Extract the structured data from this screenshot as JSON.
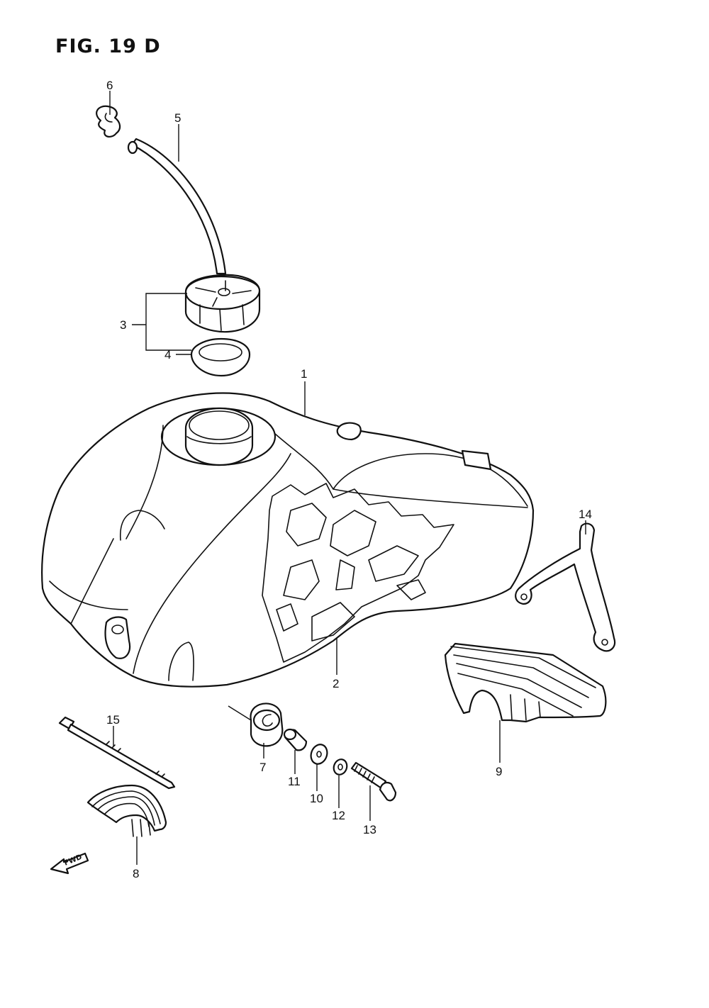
{
  "figure": {
    "title": "FIG. 19 D",
    "direction_label": "FWD"
  },
  "parts": [
    {
      "number": "1"
    },
    {
      "number": "2"
    },
    {
      "number": "3"
    },
    {
      "number": "4"
    },
    {
      "number": "5"
    },
    {
      "number": "6"
    },
    {
      "number": "7"
    },
    {
      "number": "8"
    },
    {
      "number": "9"
    },
    {
      "number": "10"
    },
    {
      "number": "11"
    },
    {
      "number": "12"
    },
    {
      "number": "13"
    },
    {
      "number": "14"
    },
    {
      "number": "15"
    }
  ],
  "icons": {
    "direction": "fwd-arrow-icon"
  }
}
